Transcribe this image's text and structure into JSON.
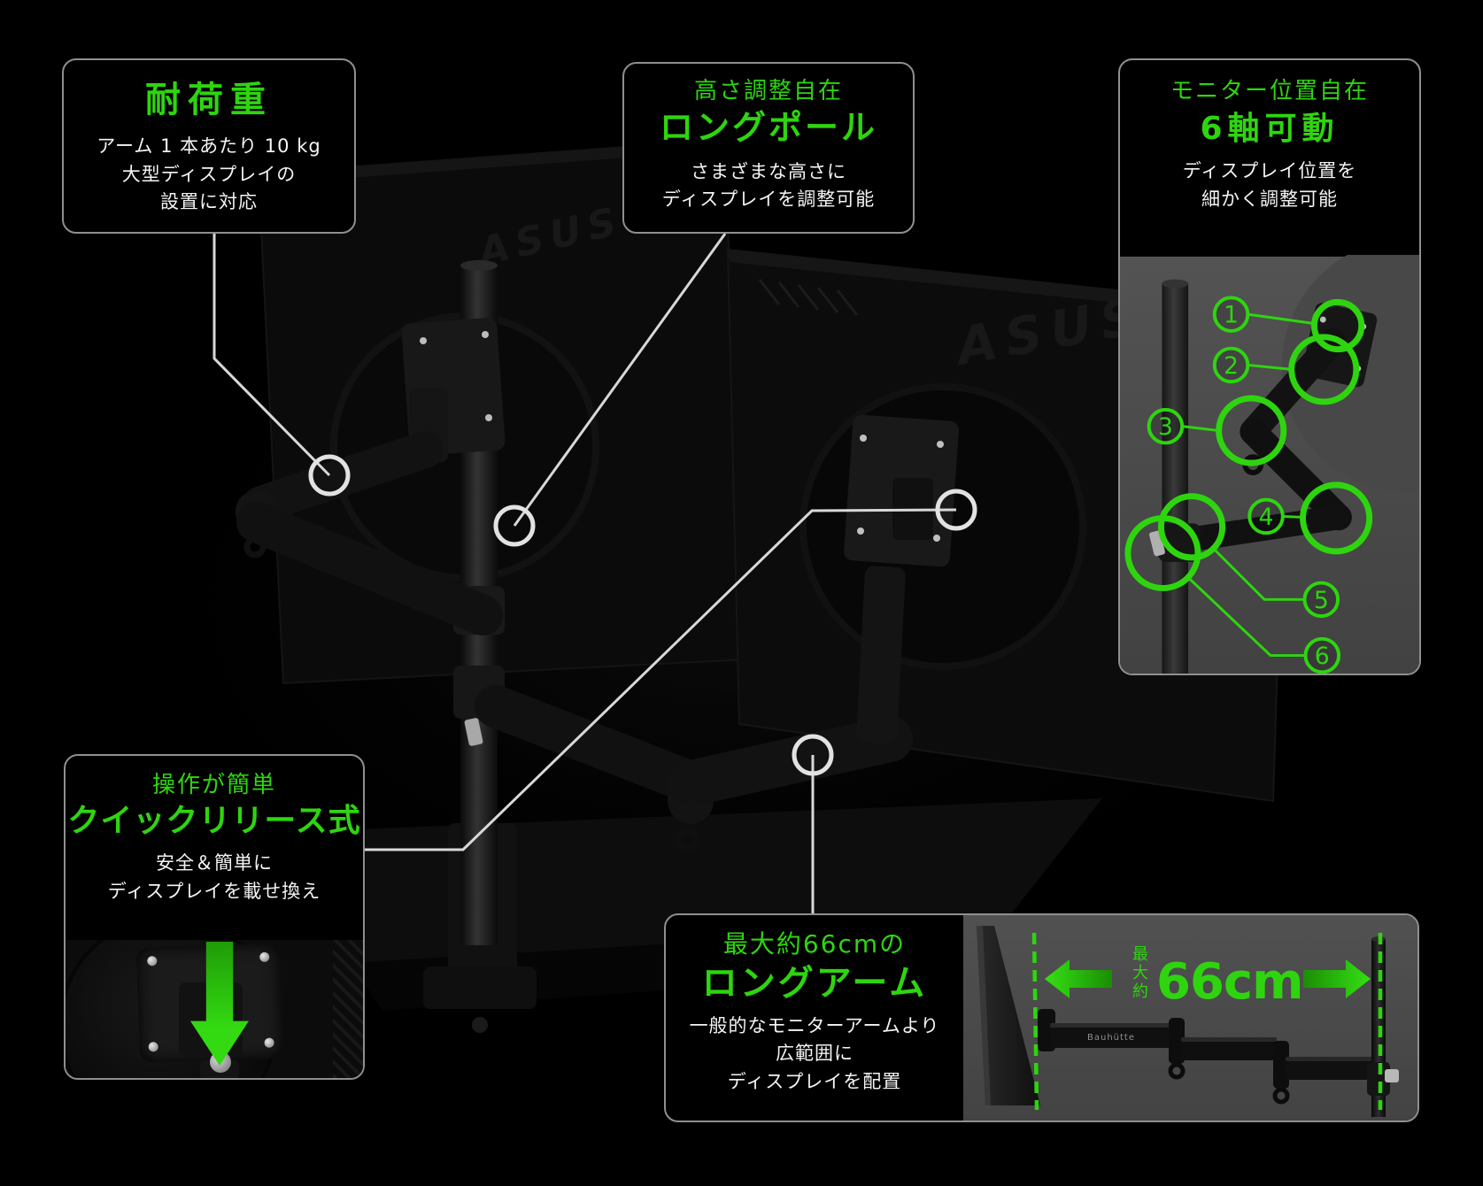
{
  "colors": {
    "green": "#2ed50f",
    "ring_white": "#e2e2e2",
    "panel_gray": "#4c4c4c",
    "box_border": "#8f8f8f"
  },
  "scene": {
    "monitor_brand": "ASUS"
  },
  "callouts": {
    "load": {
      "title": "耐荷重",
      "lines": [
        "アーム 1 本あたり 10 kg",
        "大型ディスプレイの",
        "設置に対応"
      ]
    },
    "pole": {
      "subtitle": "高さ調整自在",
      "title": "ロングポール",
      "lines": [
        "さまざまな高さに",
        "ディスプレイを調整可能"
      ]
    },
    "six_axis": {
      "subtitle": "モニター位置自在",
      "title": "6軸可動",
      "lines": [
        "ディスプレイ位置を",
        "細かく調整可能"
      ],
      "points": [
        "1",
        "2",
        "3",
        "4",
        "5",
        "6"
      ]
    },
    "quick_release": {
      "subtitle": "操作が簡単",
      "title": "クイックリリース式",
      "lines": [
        "安全＆簡単に",
        "ディスプレイを載せ換え"
      ]
    },
    "long_arm": {
      "subtitle": "最大約66cmの",
      "title": "ロングアーム",
      "lines": [
        "一般的なモニターアームより",
        "広範囲に",
        "ディスプレイを配置"
      ],
      "diagram": {
        "max_chars": [
          "最",
          "大",
          "約"
        ],
        "distance": "66cm",
        "brand": "Bauhütte"
      }
    }
  }
}
